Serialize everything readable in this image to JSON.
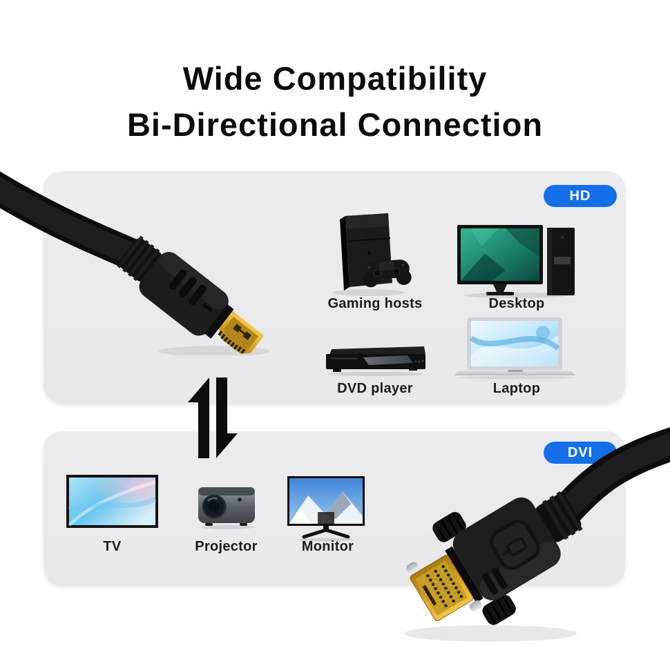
{
  "title": {
    "line1": "Wide Compatibility",
    "line2": "Bi-Directional Connection"
  },
  "hd_panel": {
    "badge": "HD",
    "devices": [
      {
        "label": "Gaming hosts",
        "icon": "game-console-icon"
      },
      {
        "label": "Desktop",
        "icon": "desktop-pc-icon"
      },
      {
        "label": "DVD player",
        "icon": "dvd-player-icon"
      },
      {
        "label": "Laptop",
        "icon": "laptop-icon"
      }
    ]
  },
  "dvi_panel": {
    "badge": "DVI",
    "devices": [
      {
        "label": "TV",
        "icon": "tv-icon"
      },
      {
        "label": "Projector",
        "icon": "projector-icon"
      },
      {
        "label": "Monitor",
        "icon": "monitor-icon"
      }
    ]
  },
  "illustrations": {
    "left_connector": "hdmi-plug",
    "right_connector": "dvi-plug",
    "center": "bidirectional-arrows"
  },
  "colors": {
    "badge_blue": "#156fe8",
    "panel_gray": "#e9e9eb",
    "title_black": "#0c0c0c",
    "gold": "#d9a62a"
  }
}
